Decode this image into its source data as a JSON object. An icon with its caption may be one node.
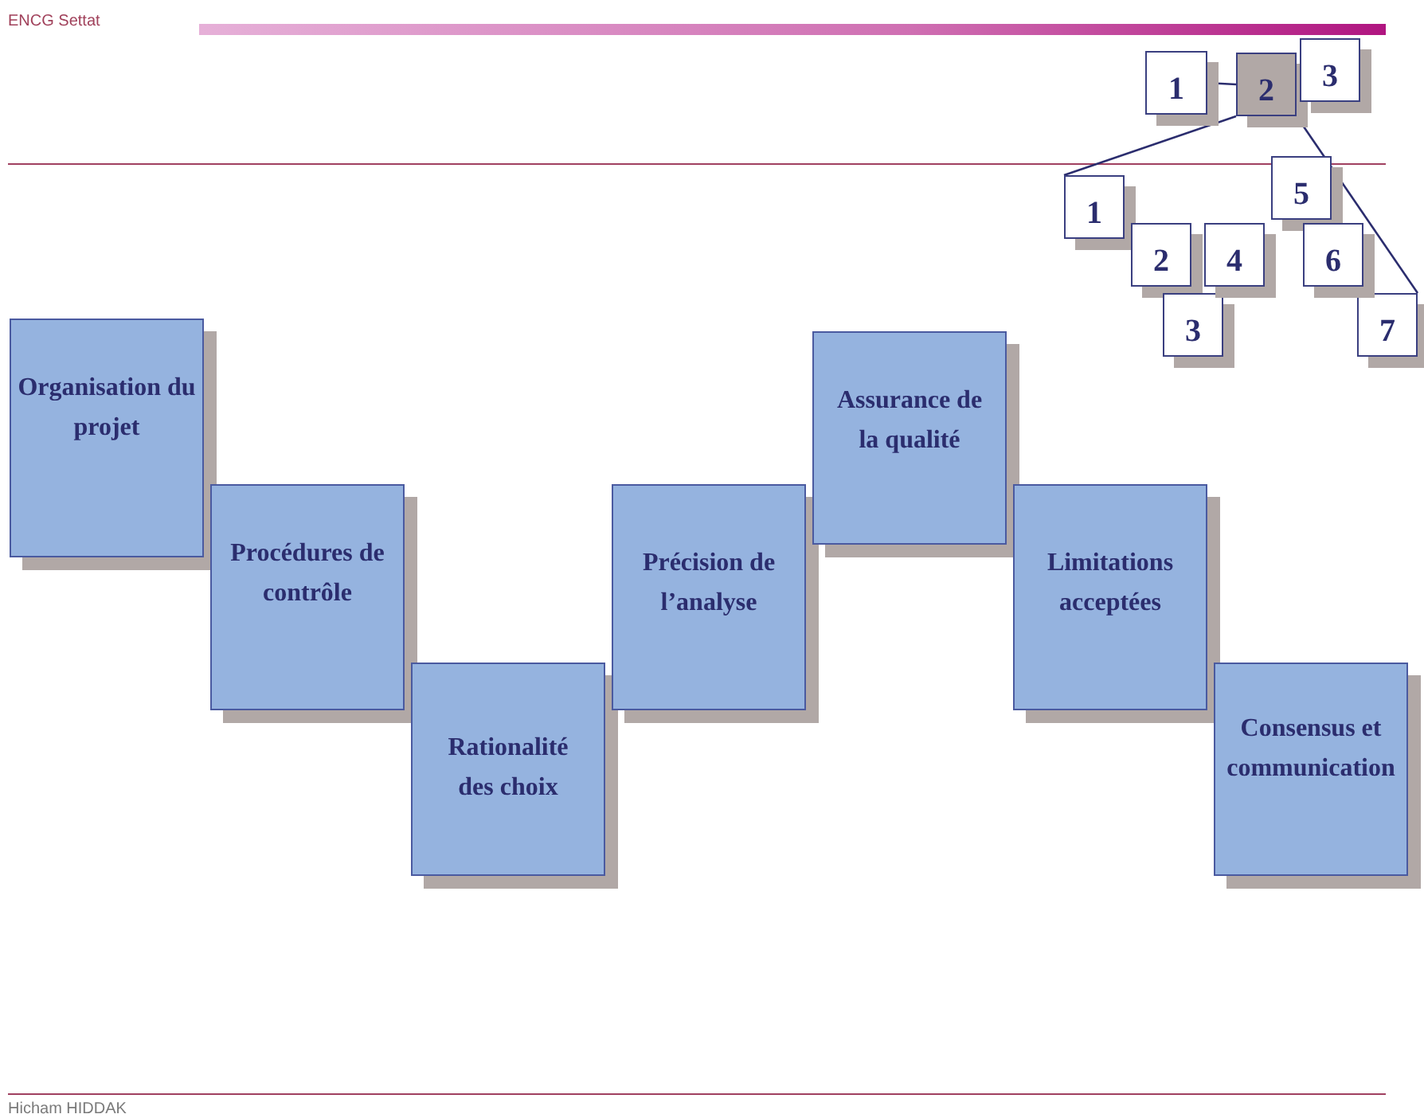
{
  "diagram": {
    "nodes": [
      {
        "text": [
          "Organisation du projet"
        ]
      },
      {
        "text": [
          "Procédures de contrôle"
        ]
      },
      {
        "text": [
          "Rationalité des choix"
        ]
      },
      {
        "text": [
          "Précision de l’analyse"
        ]
      },
      {
        "text": [
          "Assurance de la qualité"
        ]
      },
      {
        "text": [
          "Limitations acceptées"
        ]
      },
      {
        "text": [
          "Consensus et communication"
        ]
      },
      {
        "text": [
          "1"
        ]
      },
      {
        "text": [
          "2"
        ]
      },
      {
        "text": [
          "3"
        ]
      },
      {
        "text": [
          "1"
        ]
      },
      {
        "text": [
          "2"
        ]
      },
      {
        "text": [
          "3"
        ]
      },
      {
        "text": [
          "4"
        ]
      },
      {
        "text": [
          "5"
        ]
      },
      {
        "text": [
          "6"
        ]
      },
      {
        "text": [
          "7"
        ]
      }
    ],
    "edges": [
      {
        "from": 7,
        "to": 8,
        "arrow": "none"
      },
      {
        "from": 8,
        "to": 10,
        "arrow": "none"
      },
      {
        "from": 8,
        "to": 16,
        "arrow": "none"
      }
    ],
    "labels": [
      "ENCG Settat",
      "Hicham HIDDAK"
    ]
  }
}
